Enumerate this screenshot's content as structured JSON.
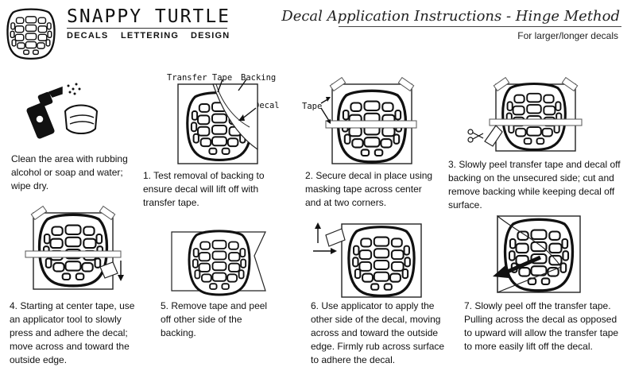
{
  "header": {
    "brand_name": "SNAPPY TURTLE",
    "brand_tagline": [
      "DECALS",
      "LETTERING",
      "DESIGN"
    ],
    "title": "Decal Application Instructions - Hinge Method",
    "subtitle": "For larger/longer decals"
  },
  "labels": {
    "transfer_tape": "Transfer Tape",
    "backing": "Backing",
    "decal": "Decal",
    "tape": "Tape"
  },
  "steps": [
    {
      "text": "Clean the area with rubbing alcohol or soap and water; wipe dry."
    },
    {
      "text": "1.  Test removal of backing to ensure decal will lift off with transfer tape."
    },
    {
      "text": "2.  Secure decal in place using masking tape across center and at two corners."
    },
    {
      "text": "3.  Slowly peel transfer tape and decal off backing on the unsecured side; cut and remove backing while keeping decal off surface."
    },
    {
      "text": "4.  Starting at center tape, use an applicator tool to slowly press and adhere the decal; move across and toward the outside edge."
    },
    {
      "text": "5.  Remove tape and peel off other side of the backing."
    },
    {
      "text": "6.  Use applicator to apply the other side of the decal, moving across and toward the outside edge. Firmly rub across surface to adhere the decal."
    },
    {
      "text": "7. Slowly peel off the transfer tape. Pulling across the decal as opposed to upward will allow the transfer tape to more easily lift off the decal."
    }
  ],
  "icons": {
    "logo": "turtle-shell-icon",
    "cleaning": "spray-bottle-and-cloth-icon",
    "scissors": "scissors-icon"
  }
}
